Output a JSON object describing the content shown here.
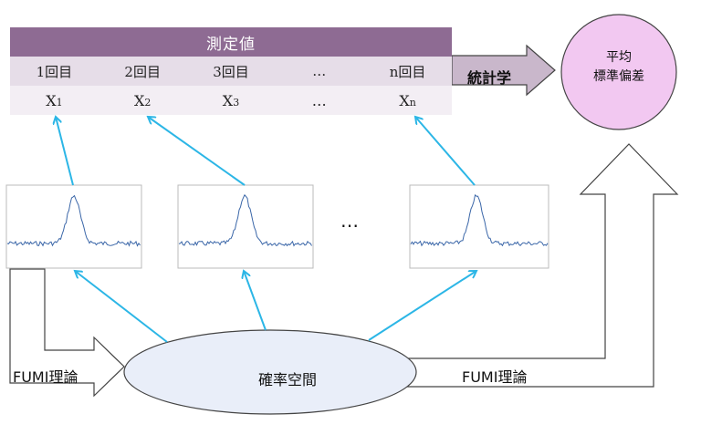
{
  "table": {
    "title": "測定値",
    "headers": [
      "1回目",
      "2回目",
      "3回目",
      "…",
      "n回目"
    ],
    "values": [
      {
        "main": "X",
        "sub": "1"
      },
      {
        "main": "X",
        "sub": "2"
      },
      {
        "main": "X",
        "sub": "3"
      },
      {
        "main": "…",
        "sub": ""
      },
      {
        "main": "X",
        "sub": "n"
      }
    ]
  },
  "arrow_label": "統計学",
  "result": {
    "line1": "平均",
    "line2": "標準偏差"
  },
  "sample_space": "確率空間",
  "left_label": "FUMI理論",
  "right_label": "FUMI理論",
  "ellipsis": "…",
  "colors": {
    "table_title_bg": "#8e6b93",
    "table_head_bg": "#e6dde8",
    "stat_arrow_fill": "#c9b7cb",
    "result_circle_fill": "#f2c8f1",
    "ellipse_fill": "#e9eef9",
    "blue_arrow": "#2cb6e6",
    "signal_line": "#3a66a8"
  },
  "icons": [
    "signal-plot",
    "arrow-up",
    "arrow-right"
  ]
}
